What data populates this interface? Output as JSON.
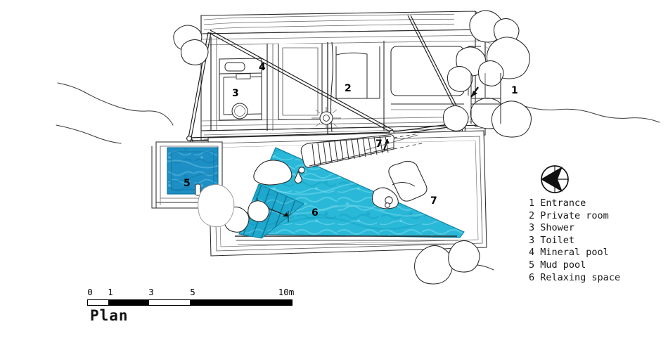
{
  "drawing": {
    "title": "Plan",
    "type": "architectural-floor-plan",
    "north_arrow": "north-arrow-west"
  },
  "legend": {
    "items": [
      {
        "num": "1",
        "label": "Entrance"
      },
      {
        "num": "2",
        "label": "Private room"
      },
      {
        "num": "3",
        "label": "Shower"
      },
      {
        "num": "3",
        "label": "Toilet"
      },
      {
        "num": "4",
        "label": "Mineral pool"
      },
      {
        "num": "5",
        "label": "Mud pool"
      },
      {
        "num": "6",
        "label": "Relaxing space"
      }
    ]
  },
  "scale": {
    "unit": "10m",
    "ticks": [
      {
        "label": "0",
        "pos": 0
      },
      {
        "label": "1",
        "pos": 10
      },
      {
        "label": "3",
        "pos": 30
      },
      {
        "label": "5",
        "pos": 50
      },
      {
        "label": "10m",
        "pos": 100
      }
    ],
    "segments": [
      {
        "start": 10,
        "end": 30
      },
      {
        "start": 50,
        "end": 100
      }
    ]
  },
  "plan_labels": {
    "entrance": "1",
    "private_room": "2",
    "shower": "3",
    "mineral_pool": "4",
    "mud_pool": "5",
    "relaxing_space": "6",
    "deck_a": "7",
    "deck_b": "7"
  },
  "colors": {
    "water_main": "#29b8d8",
    "water_main_dark": "#17a3c6",
    "water_mud": "#1d8fc4",
    "water_mud_dark": "#1477ad",
    "line": "#2a2a2a",
    "line_light": "#6d6d6d",
    "paper": "#ffffff"
  }
}
